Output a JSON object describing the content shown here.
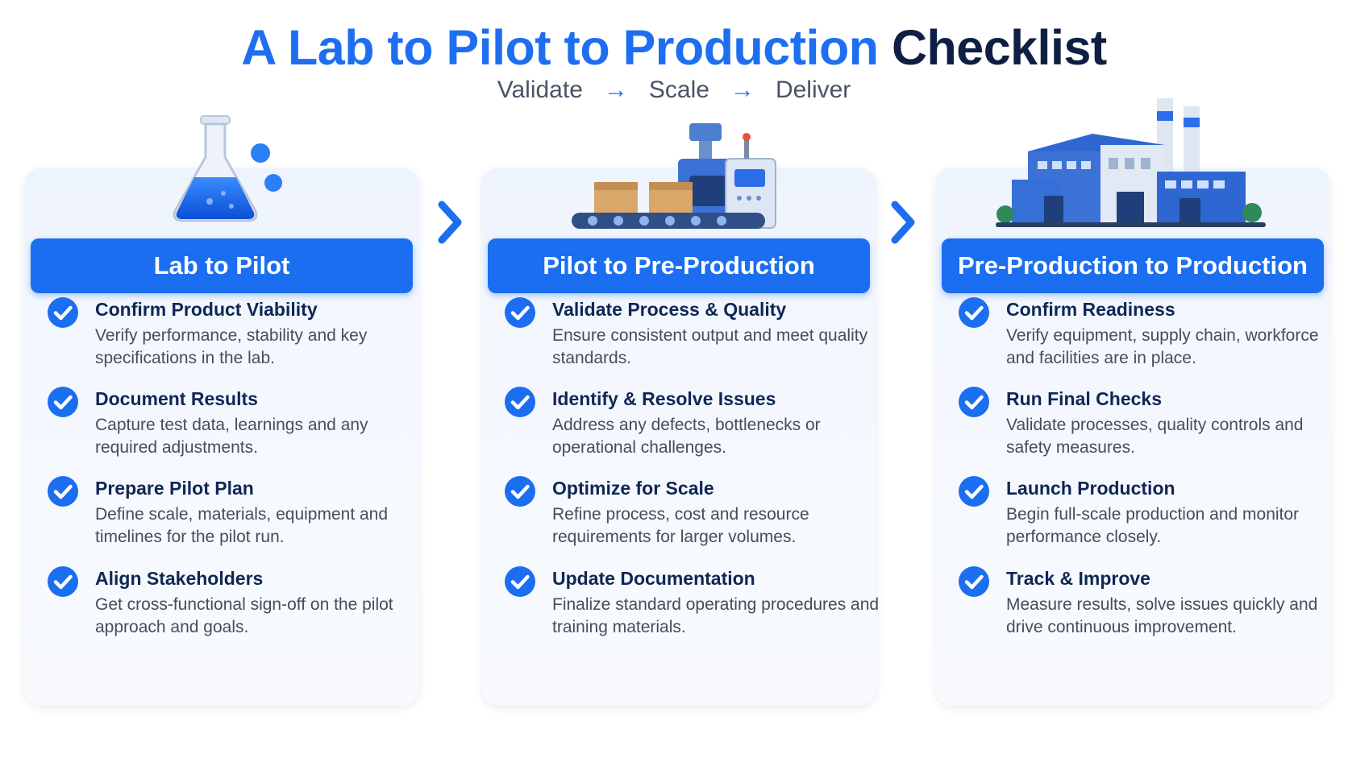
{
  "title": {
    "part1": "A Lab to Pilot to Production",
    "part2": "Checklist"
  },
  "subtitle": {
    "step1": "Validate",
    "step2": "Scale",
    "step3": "Deliver",
    "arrow": "→"
  },
  "colors": {
    "accent": "#1b6ef0",
    "title_dark": "#0f1f44",
    "card_bg": "#eef4fd"
  },
  "stages": [
    {
      "header": "Lab to Pilot",
      "icon": "lab-flask-icon",
      "items": [
        {
          "title": "Confirm Product Viability",
          "desc": "Verify performance, stability and key specifications in the lab."
        },
        {
          "title": "Document Results",
          "desc": "Capture test data, learnings and any required adjustments."
        },
        {
          "title": "Prepare Pilot Plan",
          "desc": "Define scale, materials, equipment and timelines for the pilot run."
        },
        {
          "title": "Align Stakeholders",
          "desc": "Get cross-functional sign-off on the pilot approach and goals."
        }
      ]
    },
    {
      "header": "Pilot to Pre-Production",
      "icon": "conveyor-machine-icon",
      "items": [
        {
          "title": "Validate Process & Quality",
          "desc": "Ensure consistent output and meet quality standards."
        },
        {
          "title": "Identify & Resolve Issues",
          "desc": "Address any defects, bottlenecks or operational challenges."
        },
        {
          "title": "Optimize for Scale",
          "desc": "Refine process, cost and resource requirements for larger volumes."
        },
        {
          "title": "Update Documentation",
          "desc": "Finalize standard operating procedures and training materials."
        }
      ]
    },
    {
      "header": "Pre-Production to Production",
      "icon": "factory-icon",
      "items": [
        {
          "title": "Confirm Readiness",
          "desc": "Verify equipment, supply chain, workforce and facilities are in place."
        },
        {
          "title": "Run Final Checks",
          "desc": "Validate processes, quality controls and safety measures."
        },
        {
          "title": "Launch Production",
          "desc": "Begin full-scale production and monitor performance closely."
        },
        {
          "title": "Track & Improve",
          "desc": "Measure results, solve issues quickly and drive continuous improvement."
        }
      ]
    }
  ]
}
